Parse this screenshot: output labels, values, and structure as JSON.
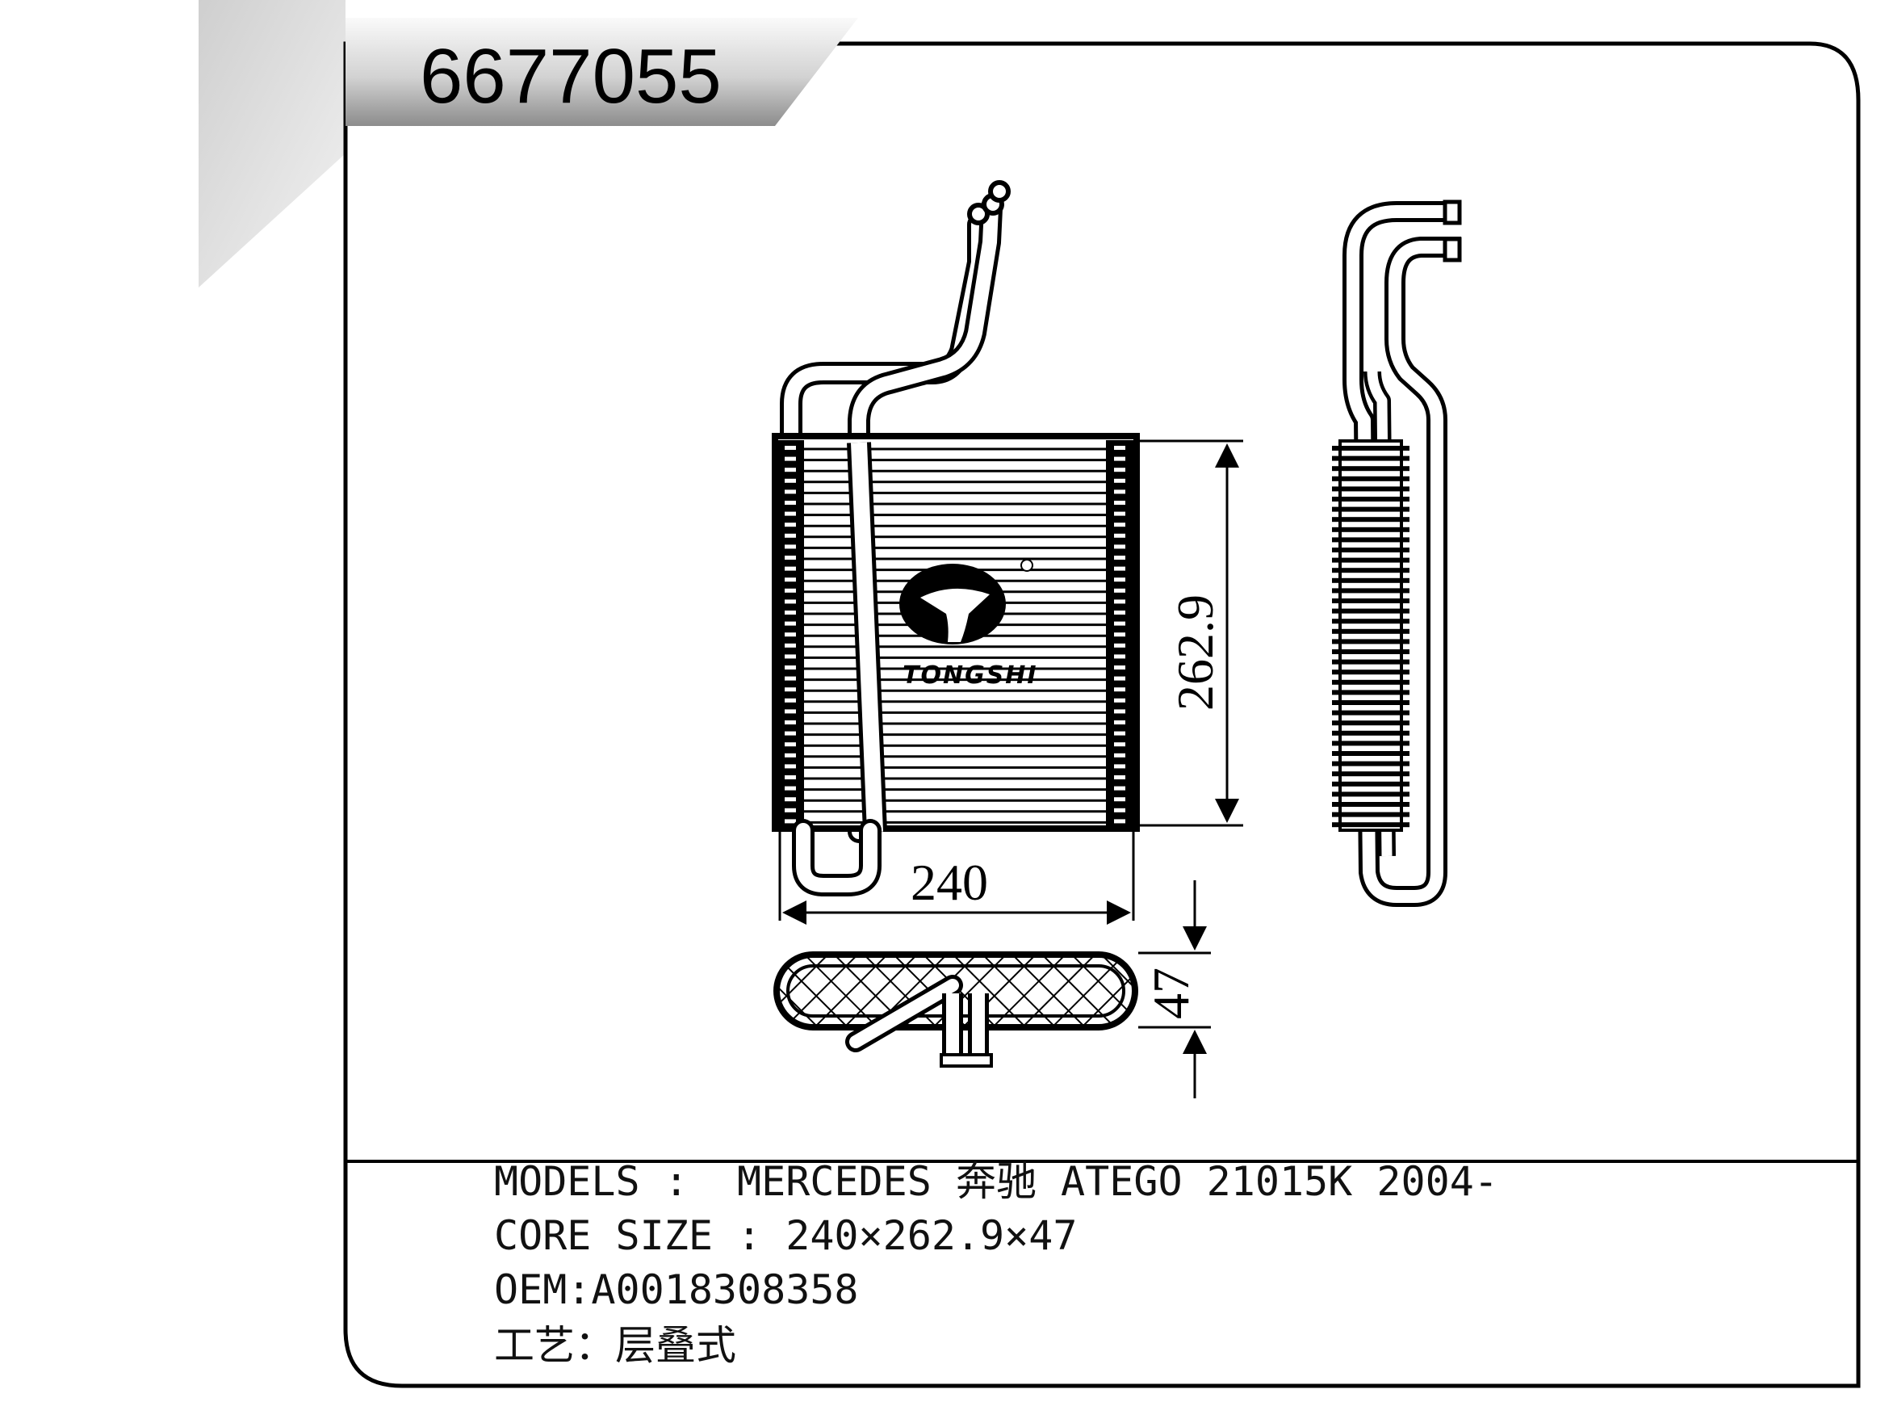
{
  "part_number": "6677055",
  "dimensions": {
    "width": "240",
    "height": "262.9",
    "depth": "47"
  },
  "specs": {
    "models": "MODELS :  MERCEDES 奔驰 ATEGO 21015K 2004-",
    "core_size": "CORE SIZE : 240×262.9×47",
    "oem": "OEM:A0018308358",
    "process": "工艺：层叠式"
  },
  "logo_text": "TONGSHI",
  "colors": {
    "line": "#000000",
    "banner_gradient_dark": "#8c8c8c",
    "banner_gradient_light": "#f4f4f4",
    "background": "#ffffff"
  }
}
